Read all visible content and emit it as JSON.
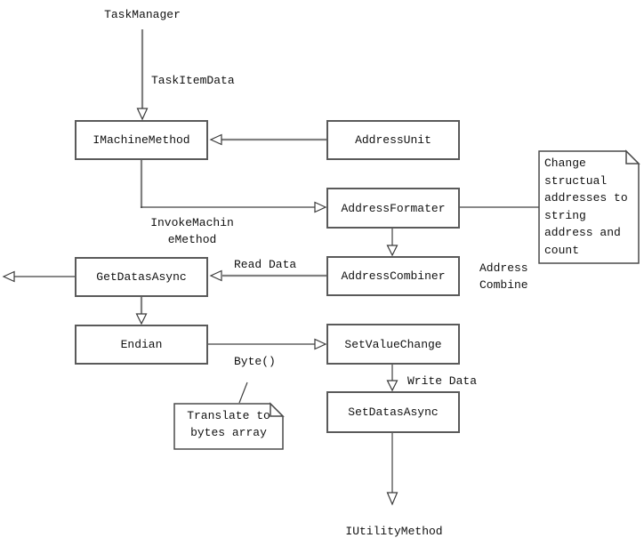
{
  "boxes": {
    "i_machine_method": "IMachineMethod",
    "address_unit": "AddressUnit",
    "address_formater": "AddressFormater",
    "address_combiner": "AddressCombiner",
    "get_datas_async": "GetDatasAsync",
    "endian": "Endian",
    "set_value_change": "SetValueChange",
    "set_datas_async": "SetDatasAsync"
  },
  "labels": {
    "task_manager": "TaskManager",
    "task_item_data": "TaskItemData",
    "invoke_machine_method": "InvokeMachin\neMethod",
    "read_data": "Read Data",
    "address_combine": "Address\nCombine",
    "byte": "Byte()",
    "write_data": "Write Data",
    "i_utility_method": "IUtilityMethod"
  },
  "notes": {
    "change_structural": "Change\nstructual\naddresses to\nstring\naddress and\ncount",
    "translate_bytes": "Translate to\nbytes array"
  },
  "colors": {
    "background": "#ffffff",
    "connector_gray": "#808080",
    "connector_dark": "#404040",
    "box_border": "#5a5a5a",
    "text": "#111111"
  }
}
